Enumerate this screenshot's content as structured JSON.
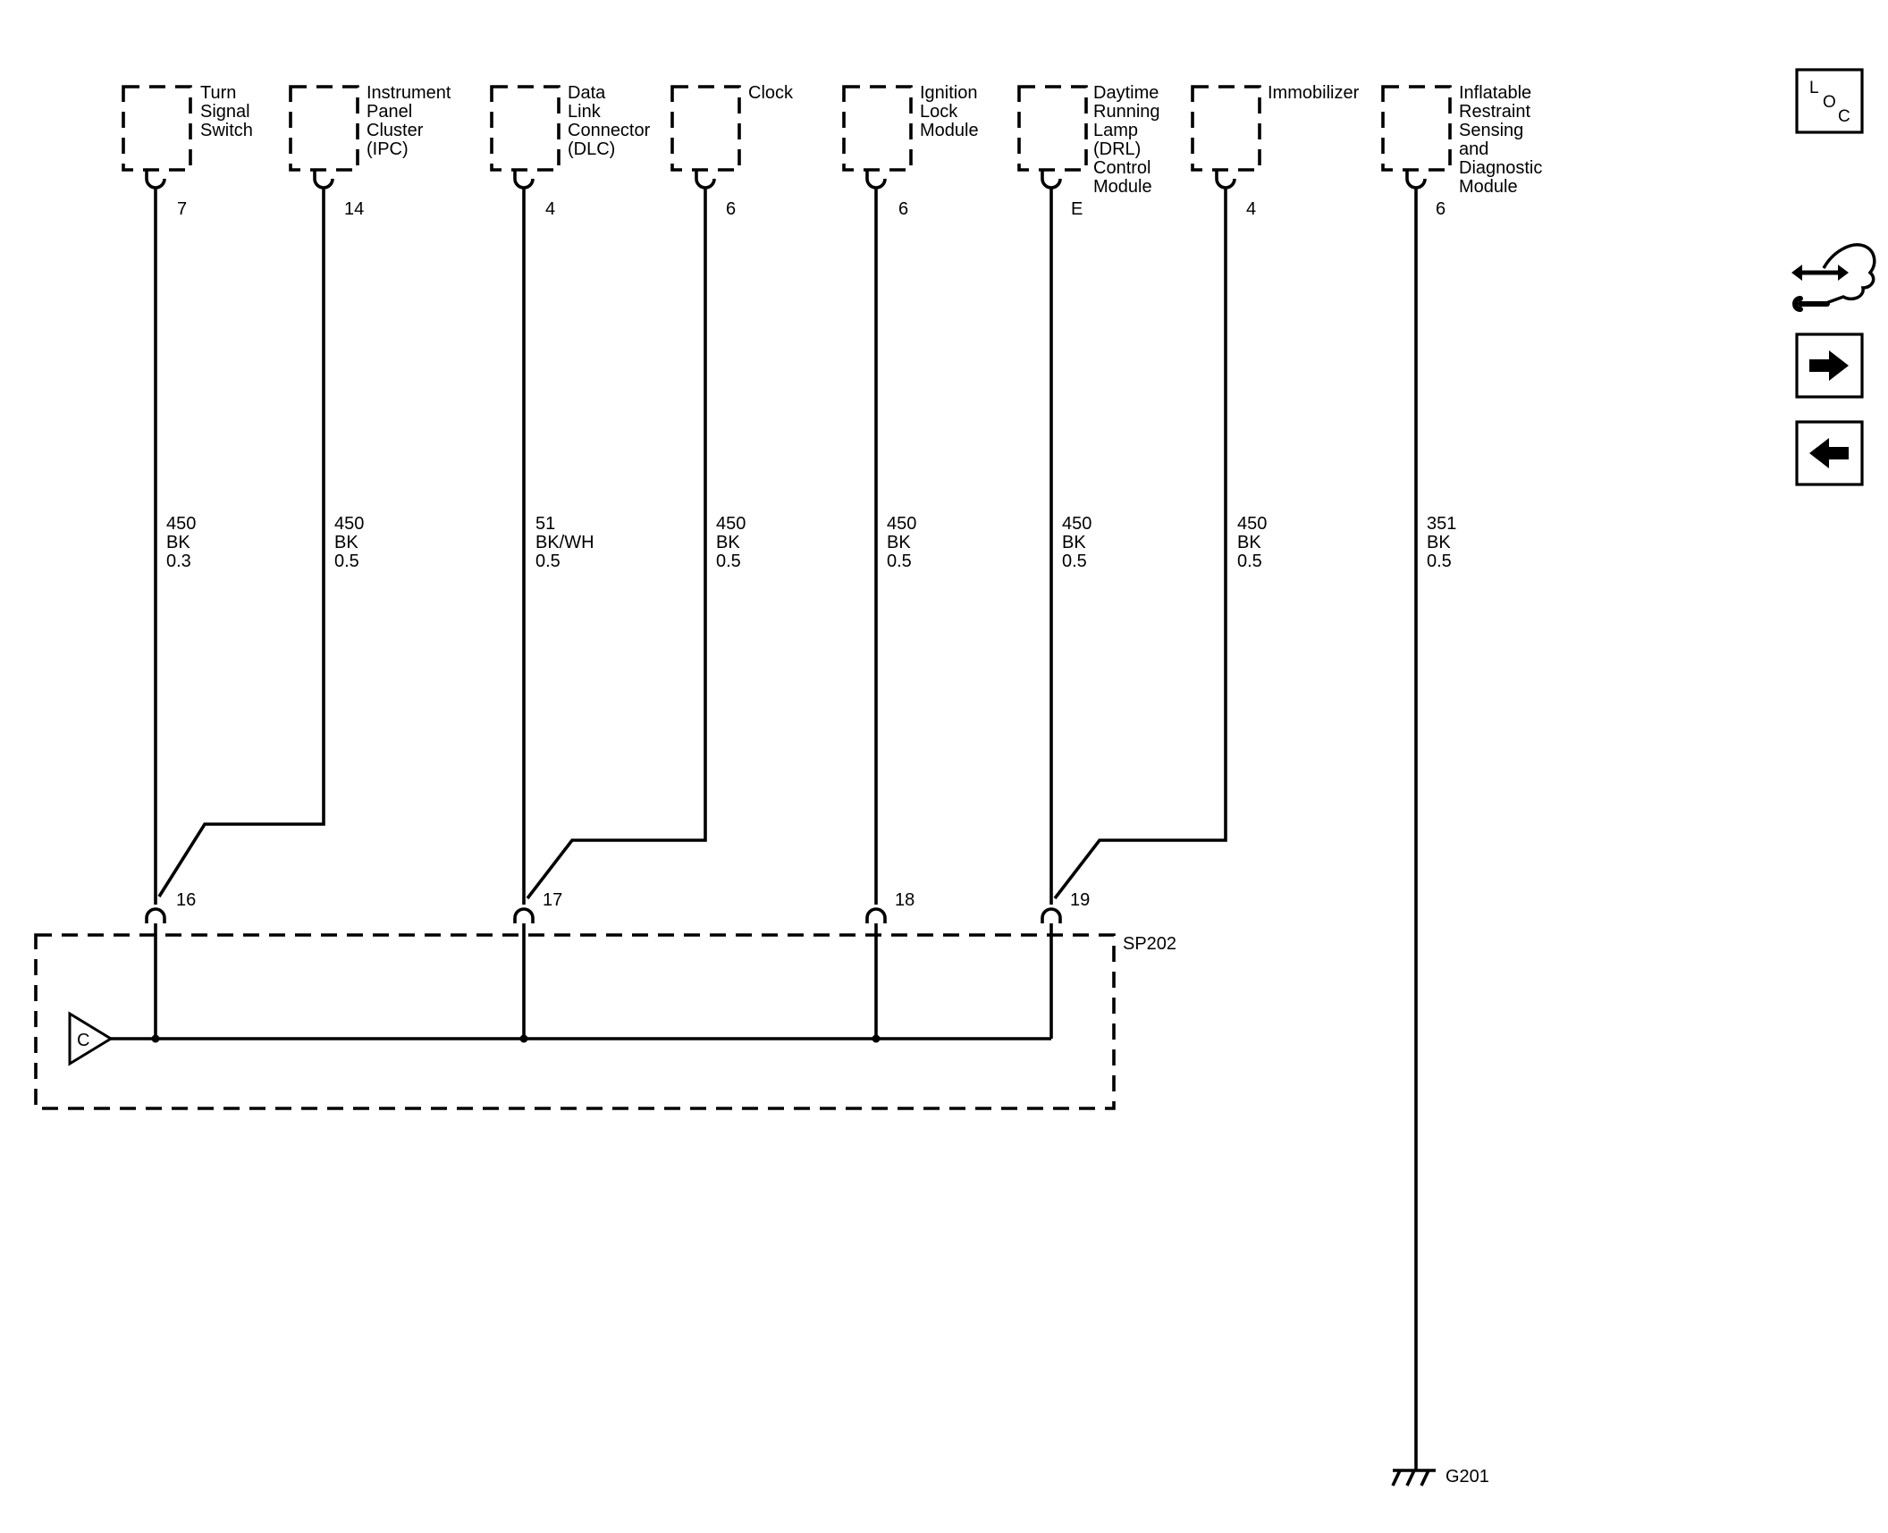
{
  "components": [
    {
      "name_lines": [
        "Turn",
        "Signal",
        "Switch"
      ],
      "pin": "7",
      "wire": {
        "circuit": "450",
        "color": "BK",
        "size": "0.3"
      }
    },
    {
      "name_lines": [
        "Instrument",
        "Panel",
        "Cluster",
        "(IPC)"
      ],
      "pin": "14",
      "wire": {
        "circuit": "450",
        "color": "BK",
        "size": "0.5"
      }
    },
    {
      "name_lines": [
        "Data",
        "Link",
        "Connector",
        "(DLC)"
      ],
      "pin": "4",
      "wire": {
        "circuit": "51",
        "color": "BK/WH",
        "size": "0.5"
      }
    },
    {
      "name_lines": [
        "Clock"
      ],
      "pin": "6",
      "wire": {
        "circuit": "450",
        "color": "BK",
        "size": "0.5"
      }
    },
    {
      "name_lines": [
        "Ignition",
        "Lock",
        "Module"
      ],
      "pin": "6",
      "wire": {
        "circuit": "450",
        "color": "BK",
        "size": "0.5"
      }
    },
    {
      "name_lines": [
        "Daytime",
        "Running",
        "Lamp",
        "(DRL)",
        "Control",
        "Module"
      ],
      "pin": "E",
      "wire": {
        "circuit": "450",
        "color": "BK",
        "size": "0.5"
      }
    },
    {
      "name_lines": [
        "Immobilizer"
      ],
      "pin": "4",
      "wire": {
        "circuit": "450",
        "color": "BK",
        "size": "0.5"
      }
    },
    {
      "name_lines": [
        "Inflatable",
        "Restraint",
        "Sensing",
        "and",
        "Diagnostic",
        "Module"
      ],
      "pin": "6",
      "wire": {
        "circuit": "351",
        "color": "BK",
        "size": "0.5"
      }
    }
  ],
  "splice": {
    "name": "SP202",
    "pins": [
      "16",
      "17",
      "18",
      "19"
    ],
    "connector_label": "C"
  },
  "ground": {
    "name": "G201"
  },
  "nav": {
    "loc_letters": [
      "L",
      "O",
      "C"
    ],
    "icons": [
      "loc-icon",
      "component-view-icon",
      "next-arrow-icon",
      "previous-arrow-icon"
    ]
  }
}
